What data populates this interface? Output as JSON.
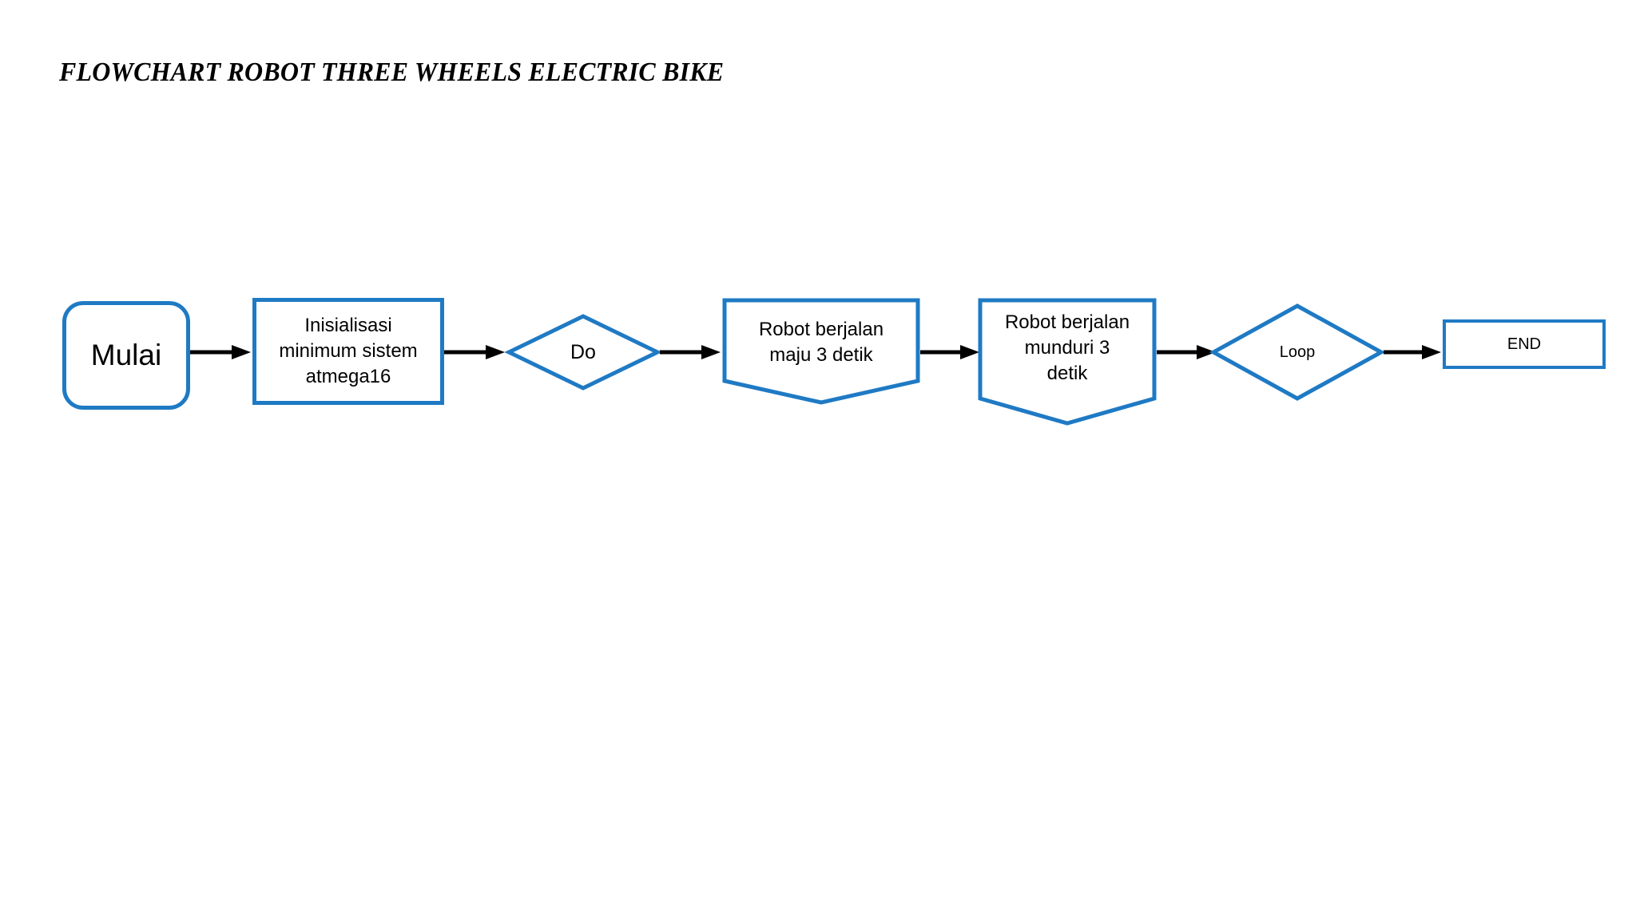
{
  "document": {
    "title": "FLOWCHART ROBOT THREE WHEELS ELECTRIC BIKE",
    "background_color": "#FFFFFF"
  },
  "theme": {
    "accent_color": "#1F7AC4",
    "shape_fill": "#FFFFFF",
    "text_color": "#000000",
    "connector_color": "#000000"
  },
  "flowchart": {
    "orientation": "left-to-right",
    "nodes": [
      {
        "id": "start",
        "shape": "rounded-rectangle",
        "label": "Mulai"
      },
      {
        "id": "init",
        "shape": "rectangle",
        "label": "Inisialisasi minimum sistem atmega16",
        "lines": [
          "Inisialisasi",
          "minimum sistem",
          "atmega16"
        ]
      },
      {
        "id": "do",
        "shape": "diamond",
        "label": "Do"
      },
      {
        "id": "forward",
        "shape": "chevron-down",
        "label": "Robot berjalan maju 3 detik",
        "lines": [
          "Robot berjalan",
          "maju 3 detik"
        ]
      },
      {
        "id": "reverse",
        "shape": "chevron-down",
        "label": "Robot berjalan munduri 3 detik",
        "lines": [
          "Robot berjalan",
          "munduri 3",
          "detik"
        ]
      },
      {
        "id": "loop",
        "shape": "diamond",
        "label": "Loop"
      },
      {
        "id": "end",
        "shape": "rectangle",
        "label": "END"
      }
    ],
    "edges": [
      {
        "from": "start",
        "to": "init",
        "style": "arrow"
      },
      {
        "from": "init",
        "to": "do",
        "style": "arrow"
      },
      {
        "from": "do",
        "to": "forward",
        "style": "arrow"
      },
      {
        "from": "forward",
        "to": "reverse",
        "style": "arrow"
      },
      {
        "from": "reverse",
        "to": "loop",
        "style": "arrow"
      },
      {
        "from": "loop",
        "to": "end",
        "style": "arrow"
      }
    ]
  }
}
